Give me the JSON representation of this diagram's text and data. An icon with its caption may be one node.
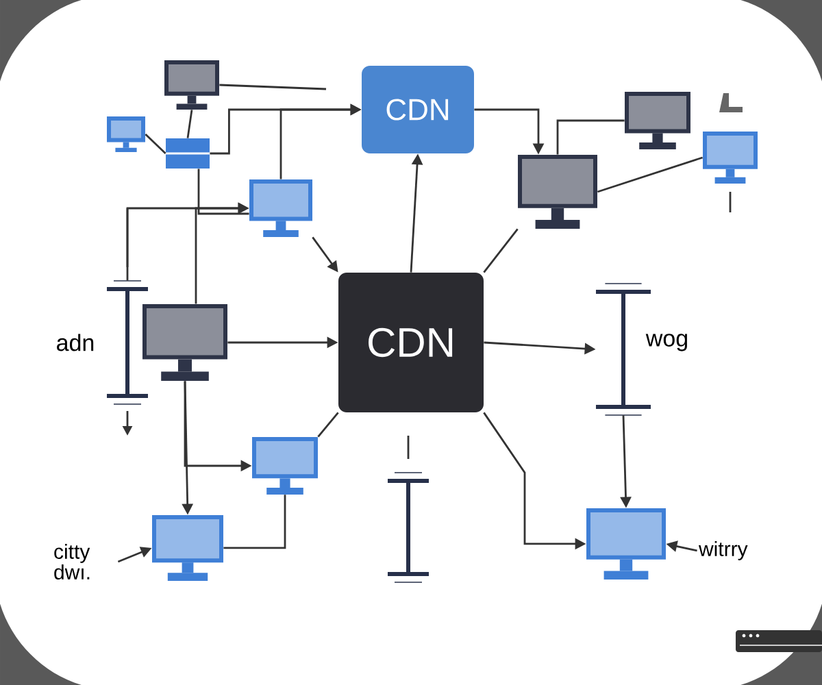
{
  "diagram": {
    "nodes": [
      {
        "text": [
          "CDN"
        ]
      },
      {
        "text": [
          "CDN"
        ]
      },
      {
        "text": [],
        "shape": "monitor"
      },
      {
        "text": [],
        "shape": "monitor"
      },
      {
        "text": [],
        "shape": "box"
      },
      {
        "text": [],
        "shape": "monitor"
      },
      {
        "text": [],
        "shape": "monitor"
      },
      {
        "text": [],
        "shape": "monitor"
      },
      {
        "text": [],
        "shape": "monitor"
      },
      {
        "text": [],
        "shape": "monitor"
      },
      {
        "text": [],
        "shape": "monitor"
      },
      {
        "text": [],
        "shape": "monitor"
      },
      {
        "text": [],
        "shape": "monitor"
      },
      {
        "text": [
          "citty dwı."
        ]
      },
      {
        "text": [
          "witrry"
        ]
      },
      {
        "text": [],
        "shape": "bar"
      },
      {
        "text": [],
        "shape": "bar"
      },
      {
        "text": [],
        "shape": "bar"
      }
    ],
    "edges": [
      {
        "from": 2,
        "to": null,
        "arrow": "none"
      },
      {
        "from": 4,
        "to": 0,
        "arrow": "to"
      },
      {
        "from": 5,
        "to": 0,
        "arrow": "to"
      },
      {
        "from": 2,
        "to": 4,
        "arrow": "none"
      },
      {
        "from": 3,
        "to": 4,
        "arrow": "none"
      },
      {
        "from": 4,
        "to": 5,
        "arrow": "none"
      },
      {
        "from": 16,
        "to": 5,
        "arrow": "to"
      },
      {
        "from": 6,
        "to": 5,
        "arrow": "to"
      },
      {
        "from": 5,
        "to": 1,
        "arrow": "to"
      },
      {
        "from": 1,
        "to": 0,
        "arrow": "to"
      },
      {
        "from": 0,
        "to": 10,
        "arrow": "to"
      },
      {
        "from": 10,
        "to": 9,
        "arrow": "none"
      },
      {
        "from": 10,
        "to": 11,
        "arrow": "none"
      },
      {
        "from": 1,
        "to": 10,
        "arrow": "none"
      },
      {
        "from": 6,
        "to": 1,
        "arrow": "to"
      },
      {
        "from": 1,
        "to": 15,
        "arrow": "to"
      },
      {
        "from": 15,
        "to": 12,
        "arrow": "to"
      },
      {
        "from": 1,
        "to": 12,
        "arrow": "to"
      },
      {
        "from": 6,
        "to": 8,
        "arrow": "to"
      },
      {
        "from": 6,
        "to": 7,
        "arrow": "to"
      },
      {
        "from": 8,
        "to": 7,
        "arrow": "none"
      },
      {
        "from": 13,
        "to": 8,
        "arrow": "to"
      },
      {
        "from": 14,
        "to": 12,
        "arrow": "to"
      },
      {
        "from": 1,
        "to": 7,
        "arrow": "none"
      }
    ],
    "labels": [
      "adn",
      "wog"
    ]
  }
}
